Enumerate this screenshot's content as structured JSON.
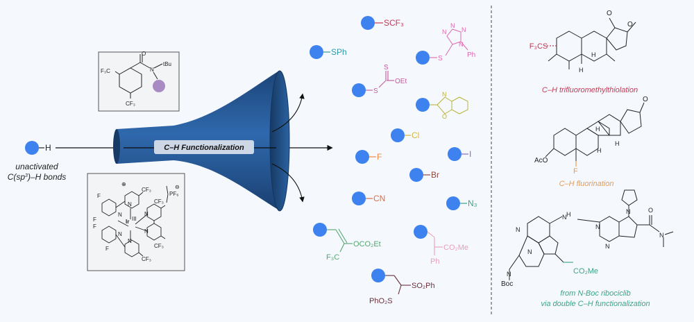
{
  "colors": {
    "background": "#f5f9fd",
    "funnel": "#24558f",
    "blue_dot": "#3d82ee",
    "purple_dot": "#a98bc4",
    "scf3": "#c23a55",
    "sph": "#2f9aa8",
    "tetrazole": "#e066b0",
    "xanthate": "#c4589d",
    "benzoxazole": "#b9b23a",
    "cl": "#d6b53a",
    "f": "#ec8a45",
    "i": "#8a6ac8",
    "br": "#8a4a3f",
    "cn": "#d8704a",
    "n3": "#3aa486",
    "vinyl": "#55a56e",
    "ester": "#e6a0ba",
    "sulfone": "#6a2f3a",
    "trifluoromethylthiolation": "#c23a55",
    "fluorination": "#e79a55",
    "ribociclib": "#3aa486"
  },
  "substrate": {
    "atom": "H",
    "caption_line1": "unactivated",
    "caption_sp3": "C(sp",
    "caption_sup": "3",
    "caption_end": ")–H bonds"
  },
  "hat_reagent": {
    "cf3_left": "F₃C",
    "cf3_bottom": "CF₃",
    "n": "N",
    "tbu": "tBu",
    "o": "O"
  },
  "photocatalyst": {
    "counterion": "PF₆",
    "charge_minus": "⊖",
    "charge_plus": "⊕",
    "metal": "Ir",
    "oxidation": "III",
    "f_labels": [
      "F",
      "F",
      "F",
      "F"
    ],
    "n_labels": [
      "N",
      "N",
      "N",
      "N",
      "N",
      "N"
    ],
    "cf3_labels": [
      "CF₃",
      "CF₃",
      "CF₃",
      "CF₃"
    ]
  },
  "funnel": {
    "label": "C–H Functionalization"
  },
  "products": {
    "scf3": "SCF₃",
    "sph": "SPh",
    "tetrazole_n": [
      "N",
      "N",
      "N",
      "N"
    ],
    "tetrazole_ph": "Ph",
    "tetrazole_s": "S",
    "xanthate_s1": "S",
    "xanthate_s2": "S",
    "xanthate_oet": "OEt",
    "benzoxazole_n": "N",
    "benzoxazole_o": "O",
    "cl": "Cl",
    "f": "F",
    "i": "I",
    "br": "Br",
    "cn": "CN",
    "n3": "N₃",
    "vinyl_ester": "OCO₂Et",
    "vinyl_cf3": "F₃C",
    "ester": "CO₂Me",
    "ester_ph": "Ph",
    "sulfone_1": "SO₂Ph",
    "sulfone_2": "PhO₂S"
  },
  "applications": {
    "scf3_group": "F₃CS",
    "scf3_o_ring": "O",
    "scf3_o_carbonyl": "O",
    "scf3_h": [
      "H",
      "H"
    ],
    "scf3_caption": "C–H trifluoromethylthiolation",
    "steroid_o": "O",
    "steroid_aco": "AcO",
    "steroid_h": [
      "H",
      "H",
      "H"
    ],
    "steroid_f": "F",
    "steroid_caption": "C–H fluorination",
    "ribo_h": "H",
    "ribo_n_labels": [
      "N",
      "N",
      "N",
      "N",
      "N",
      "N",
      "N",
      "N"
    ],
    "ribo_o": "O",
    "ribo_co2me": "CO₂Me",
    "ribo_boc": "Boc",
    "ribo_caption1": "from N-Boc ribociclib",
    "ribo_caption2": "via double C–H functionalization"
  }
}
